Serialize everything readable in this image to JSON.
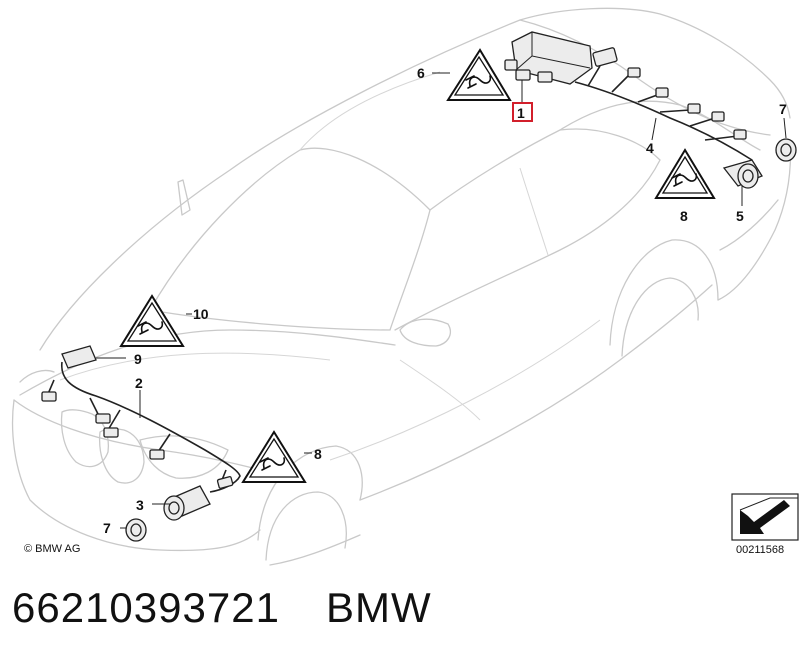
{
  "diagram": {
    "callouts": {
      "c1": "1",
      "c2": "2",
      "c3": "3",
      "c4": "4",
      "c5": "5",
      "c6": "6",
      "c7_front": "7",
      "c7_rear": "7",
      "c8_front": "8",
      "c8_rear": "8",
      "c9": "9",
      "c10": "10"
    },
    "highlighted_callout": "1",
    "highlight_color": "#d21f2b",
    "copyright": "© BMW AG",
    "reference_number": "00211568"
  },
  "footer": {
    "part_number": "66210393721",
    "brand": "BMW"
  }
}
